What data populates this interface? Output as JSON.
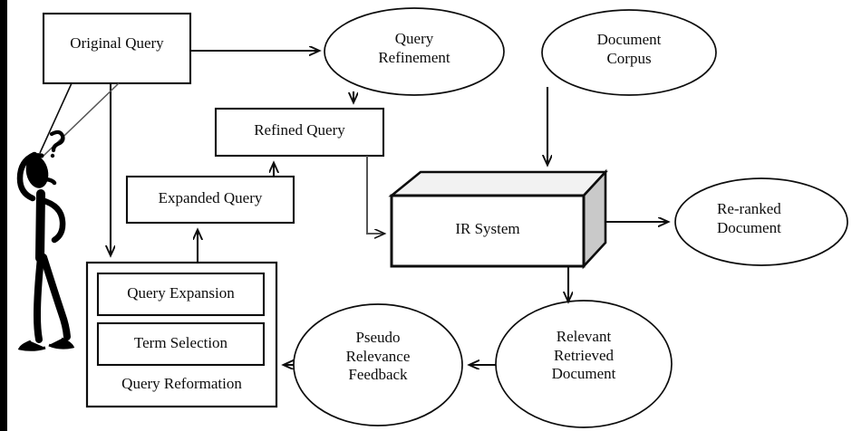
{
  "diagram": {
    "title": "Query Refinement and Pseudo Relevance Feedback Information Retrieval Flow",
    "colors": {
      "stroke": "#0d0d0d",
      "fill": "#ffffff",
      "box_side_fill": "#c9c9c9",
      "box_top_fill": "#f2f2f2",
      "thin_line": "#555555",
      "text": "#0d0d0d"
    },
    "nodes": {
      "original_query": {
        "label": "Original Query",
        "shape": "rectangle"
      },
      "query_refinement": {
        "label": "Query\nRefinement",
        "shape": "ellipse"
      },
      "document_corpus": {
        "label": "Document\nCorpus",
        "shape": "ellipse"
      },
      "refined_query": {
        "label": "Refined Query",
        "shape": "rectangle"
      },
      "expanded_query": {
        "label": "Expanded Query",
        "shape": "rectangle"
      },
      "ir_system": {
        "label": "IR System",
        "shape": "cube"
      },
      "reranked_document": {
        "label": "Re-ranked\nDocument",
        "shape": "ellipse"
      },
      "relevant_retrieved_document": {
        "label": "Relevant\nRetrieved\nDocument",
        "shape": "ellipse"
      },
      "pseudo_relevance_feedback": {
        "label": "Pseudo\nRelevance\nFeedback",
        "shape": "ellipse"
      },
      "query_reformation": {
        "label": "Query Reformation",
        "shape": "rectangle"
      },
      "query_expansion": {
        "label": "Query Expansion",
        "shape": "rectangle"
      },
      "term_selection": {
        "label": "Term Selection",
        "shape": "rectangle"
      },
      "user_figure": {
        "label": "user-stick-figure-with-question-mark",
        "shape": "illustration"
      }
    },
    "icons": {
      "user": "person-thinking-icon",
      "question_mark": "question-mark-icon",
      "speech_bubble": "speech-bubble-tail-icon"
    },
    "edges": [
      {
        "from": "original_query",
        "to": "query_refinement",
        "style": "arrow"
      },
      {
        "from": "original_query",
        "to": "query_reformation",
        "style": "arrow"
      },
      {
        "from": "query_refinement",
        "to": "refined_query",
        "style": "arrow"
      },
      {
        "from": "document_corpus",
        "to": "ir_system",
        "style": "arrow"
      },
      {
        "from": "refined_query",
        "to": "ir_system",
        "style": "arrow"
      },
      {
        "from": "expanded_query",
        "to": "refined_query",
        "style": "arrow"
      },
      {
        "from": "query_reformation",
        "to": "expanded_query",
        "style": "arrow"
      },
      {
        "from": "ir_system",
        "to": "reranked_document",
        "style": "arrow"
      },
      {
        "from": "ir_system",
        "to": "relevant_retrieved_document",
        "style": "arrow"
      },
      {
        "from": "relevant_retrieved_document",
        "to": "pseudo_relevance_feedback",
        "style": "arrow"
      },
      {
        "from": "pseudo_relevance_feedback",
        "to": "query_reformation",
        "style": "arrow"
      }
    ]
  }
}
